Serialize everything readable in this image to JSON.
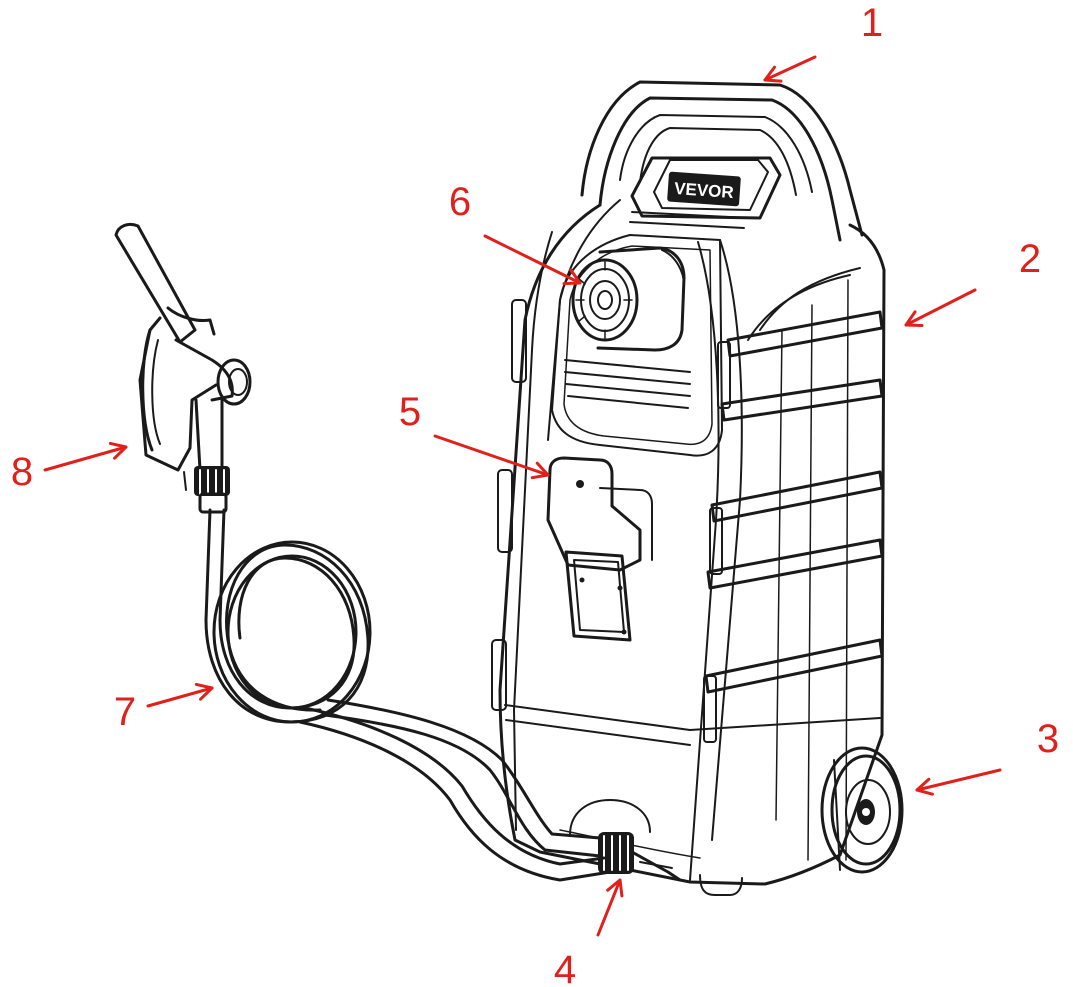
{
  "diagram": {
    "brand_label": "VEVOR",
    "accent_color": "#e0201b",
    "line_color": "#1a1a1a",
    "callouts": [
      {
        "label": "1",
        "part": "handle"
      },
      {
        "label": "2",
        "part": "tank-body"
      },
      {
        "label": "3",
        "part": "wheel"
      },
      {
        "label": "4",
        "part": "outlet-fitting"
      },
      {
        "label": "5",
        "part": "nozzle-holder"
      },
      {
        "label": "6",
        "part": "fill-cap"
      },
      {
        "label": "7",
        "part": "hose"
      },
      {
        "label": "8",
        "part": "dispensing-nozzle"
      }
    ]
  }
}
